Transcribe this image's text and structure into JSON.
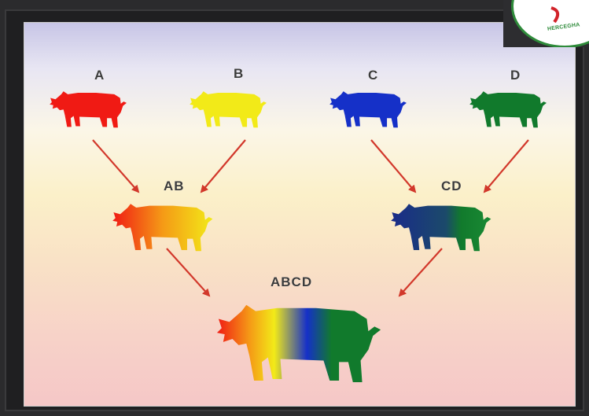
{
  "labels": {
    "a": "A",
    "b": "B",
    "c": "C",
    "d": "D",
    "ab": "AB",
    "cd": "CD",
    "abcd": "ABCD"
  },
  "logo": {
    "text": "HERCEGHA"
  },
  "colors": {
    "a": "#f01a14",
    "b": "#f2ea18",
    "c": "#1530c8",
    "d": "#117a2c",
    "arrow": "#d2382b"
  }
}
